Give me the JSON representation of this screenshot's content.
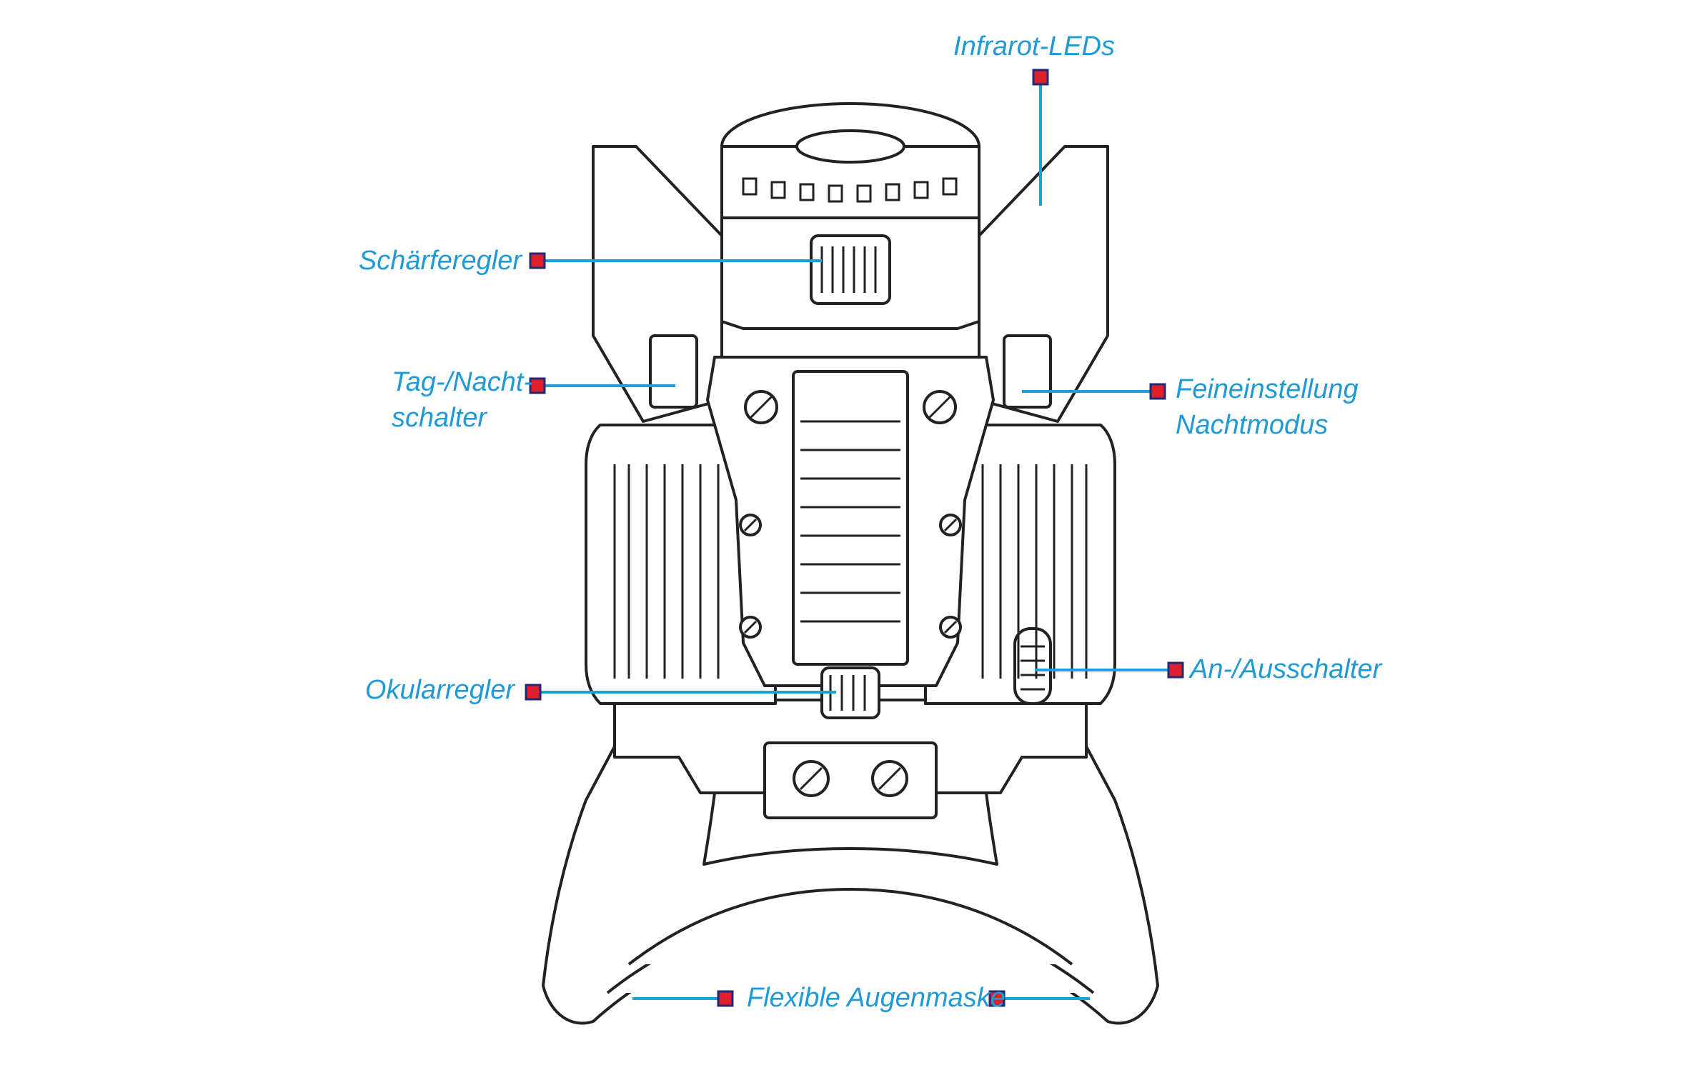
{
  "colors": {
    "line": "#1ba0d8",
    "marker_fill": "#e0202a",
    "marker_border": "#1e2a78",
    "outline": "#222222",
    "label": "#1f9ad6"
  },
  "labels": {
    "infrarot": "Infrarot-LEDs",
    "schaerfe": "Schärferegler",
    "tagnacht_1": "Tag-/Nacht-",
    "tagnacht_2": "schalter",
    "feineinstellung_1": "Feineinstellung",
    "feineinstellung_2": "Nachtmodus",
    "okular": "Okularregler",
    "anaus": "An-/Ausschalter",
    "augenmaske": "Flexible Augenmaske"
  }
}
